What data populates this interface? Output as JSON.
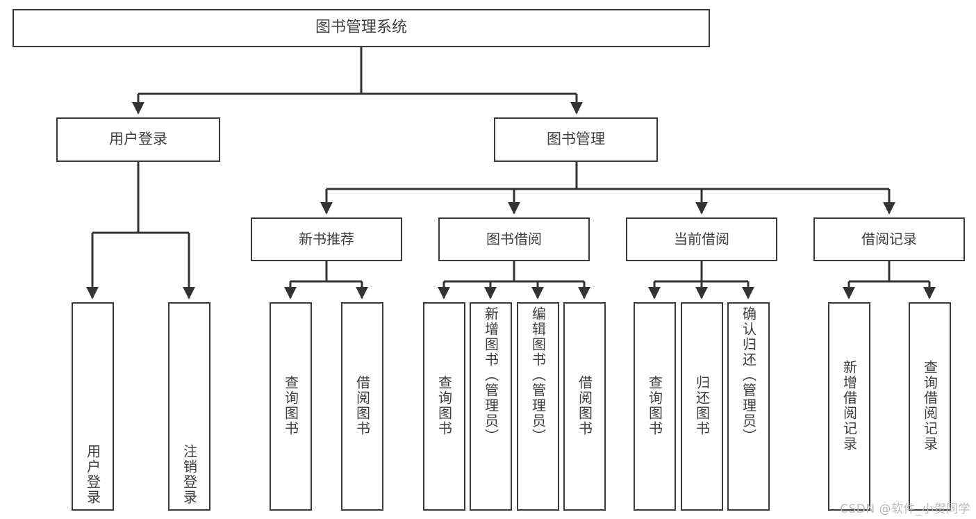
{
  "diagram": {
    "title": "图书管理系统",
    "type": "tree",
    "watermark": "CSDN @软件_小贺同学",
    "colors": {
      "box_border": "#3a3a3a",
      "box_fill": "#ffffff",
      "connector": "#333333",
      "text": "#3d3d3d",
      "watermark": "#b9b9b9"
    },
    "nodes": {
      "root": {
        "label": "图书管理系统"
      },
      "level1": [
        {
          "id": "user-login",
          "label": "用户登录"
        },
        {
          "id": "book-manage",
          "label": "图书管理"
        }
      ],
      "level2": [
        {
          "id": "new-book-rec",
          "label": "新书推荐"
        },
        {
          "id": "book-borrow",
          "label": "图书借阅"
        },
        {
          "id": "current-borrow",
          "label": "当前借阅"
        },
        {
          "id": "borrow-record",
          "label": "借阅记录"
        }
      ],
      "leaves": {
        "user_login": [
          {
            "id": "leaf-user-login",
            "label": "用户登录"
          },
          {
            "id": "leaf-logout",
            "label": "注销登录"
          }
        ],
        "new_book_rec": [
          {
            "id": "leaf-query-book-1",
            "label": "查询图书"
          },
          {
            "id": "leaf-borrow-book-1",
            "label": "借阅图书"
          }
        ],
        "book_borrow": [
          {
            "id": "leaf-query-book-2",
            "label": "查询图书"
          },
          {
            "id": "leaf-add-book",
            "label": "新增图书（管理员）"
          },
          {
            "id": "leaf-edit-book",
            "label": "编辑图书（管理员）"
          },
          {
            "id": "leaf-borrow-book-2",
            "label": "借阅图书"
          }
        ],
        "current_borrow": [
          {
            "id": "leaf-query-book-3",
            "label": "查询图书"
          },
          {
            "id": "leaf-return-book",
            "label": "归还图书"
          },
          {
            "id": "leaf-confirm-return",
            "label": "确认归还（管理员）"
          }
        ],
        "borrow_record": [
          {
            "id": "leaf-add-record",
            "label": "新增借阅记录"
          },
          {
            "id": "leaf-query-record",
            "label": "查询借阅记录"
          }
        ]
      }
    }
  }
}
